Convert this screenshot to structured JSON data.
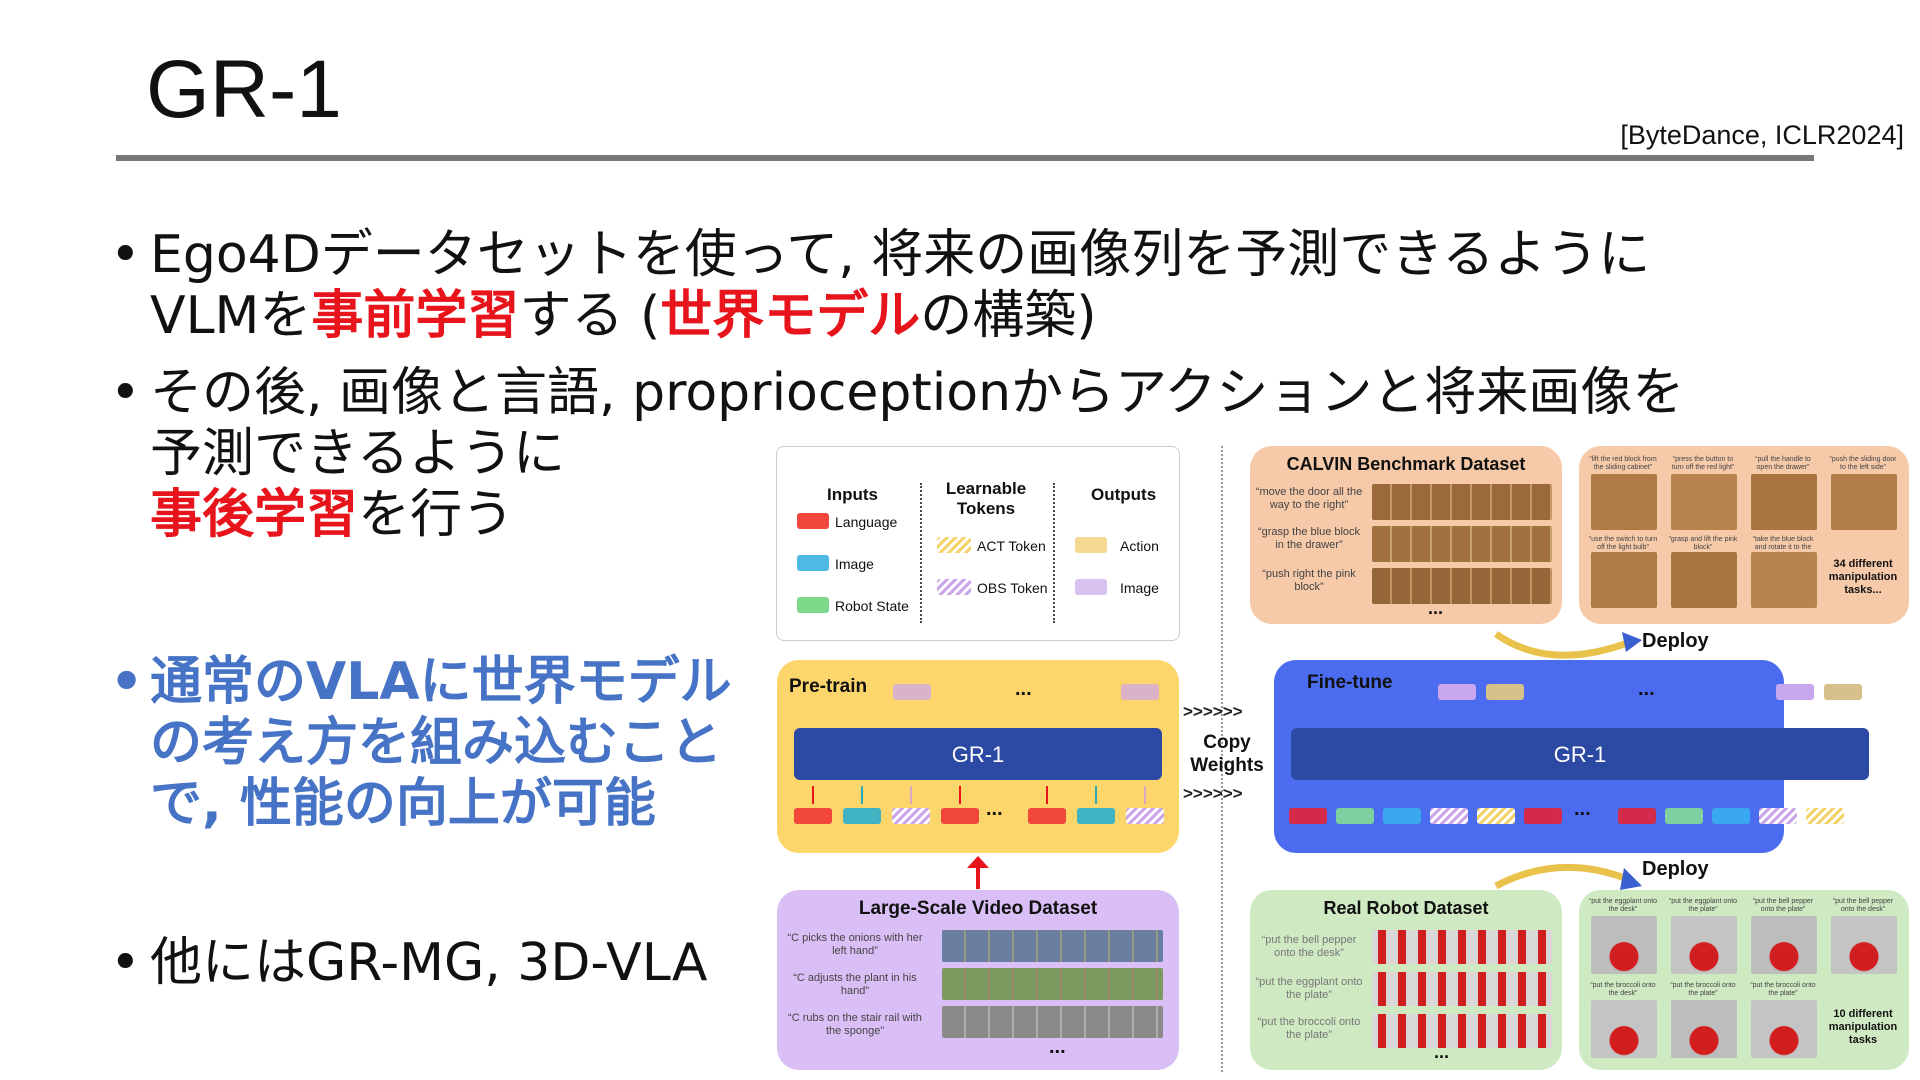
{
  "title": "GR-1",
  "citation": "[ByteDance, ICLR2024]",
  "bullets": {
    "b1": {
      "p1": "Ego4Dデータセットを使って, 将来の画像列を予測できるように",
      "p2": "VLMを",
      "p3": "事前学習",
      "p4": "する (",
      "p5": "世界モデル",
      "p6": "の構築)"
    },
    "b2": {
      "l1": "その後, 画像と言語, proprioceptionからアクションと将来画像を",
      "l2": "予測できるように",
      "l3a": "事後学習",
      "l3b": "を行う"
    },
    "b3": {
      "l1": "通常のVLAに世界モデル",
      "l2": "の考え方を組み込むこと",
      "l3": "で, 性能の向上が可能"
    },
    "b4": {
      "t": "他にはGR-MG, 3D-VLA"
    },
    "bullet_symbol": "•"
  },
  "diagram": {
    "legend": {
      "inputs_title": "Inputs",
      "language": "Language",
      "image": "Image",
      "robot_state": "Robot State",
      "learnable_title": "Learnable Tokens",
      "act_token": "ACT Token",
      "obs_token": "OBS Token",
      "outputs_title": "Outputs",
      "action": "Action",
      "out_image": "Image"
    },
    "pretrain": {
      "title": "Pre-train",
      "model": "GR-1",
      "dots": "...",
      "ellipsis": "..."
    },
    "copy": {
      "arrows": ">>>>>>",
      "label": "Copy Weights"
    },
    "finetune": {
      "title": "Fine-tune",
      "model": "GR-1",
      "dots": "...",
      "ellipsis": "..."
    },
    "deploy": "Deploy",
    "video": {
      "title": "Large-Scale Video Dataset",
      "q1": "“C picks the onions with her left hand”",
      "q2": "“C adjusts the plant in his hand”",
      "q3": "“C rubs on the stair rail with the sponge”",
      "more": "..."
    },
    "calvin": {
      "title": "CALVIN Benchmark Dataset",
      "q1": "“move the door all the way to the right”",
      "q2": "“grasp the blue block in the drawer”",
      "q3": "“push right the pink block”",
      "more": "...",
      "tasks_label": "34 different manipulation tasks...",
      "captions": [
        "“lift the red block from the sliding cabinet”",
        "“press the button to turn off the red light”",
        "“pull the handle to open the drawer”",
        "“push the sliding door to the left side”",
        "“use the switch to turn off the light bulb”",
        "“grasp and lift the pink block”",
        "“take the blue block and rotate it to the right”"
      ]
    },
    "real": {
      "title": "Real Robot Dataset",
      "q1": "“put the bell pepper onto the desk”",
      "q2": "“put the eggplant onto the plate”",
      "q3": "“put the broccoli onto the plate”",
      "more": "...",
      "tasks_label": "10 different manipulation tasks",
      "captions": [
        "“put the eggplant onto the desk”",
        "“put the eggplant onto the plate”",
        "“put the bell pepper onto the plate”",
        "“put the bell pepper onto the desk”",
        "“put the broccoli onto the desk”",
        "“put the broccoli onto the plate”",
        "“put the broccoli onto the plate”"
      ]
    }
  },
  "colors": {
    "language": "#f0463c",
    "image": "#4fb9e6",
    "robot_state": "#7ed88a",
    "action": "#f7d890",
    "out_image": "#d8c2ee",
    "pretrain_bg": "#fcd56b",
    "finetune_bg": "#4c6cf0",
    "gr1_bar": "#2c4aa3",
    "video_bg": "#d9bff5",
    "calvin_bg": "#f6c9a9",
    "real_bg": "#cfe9c2"
  }
}
